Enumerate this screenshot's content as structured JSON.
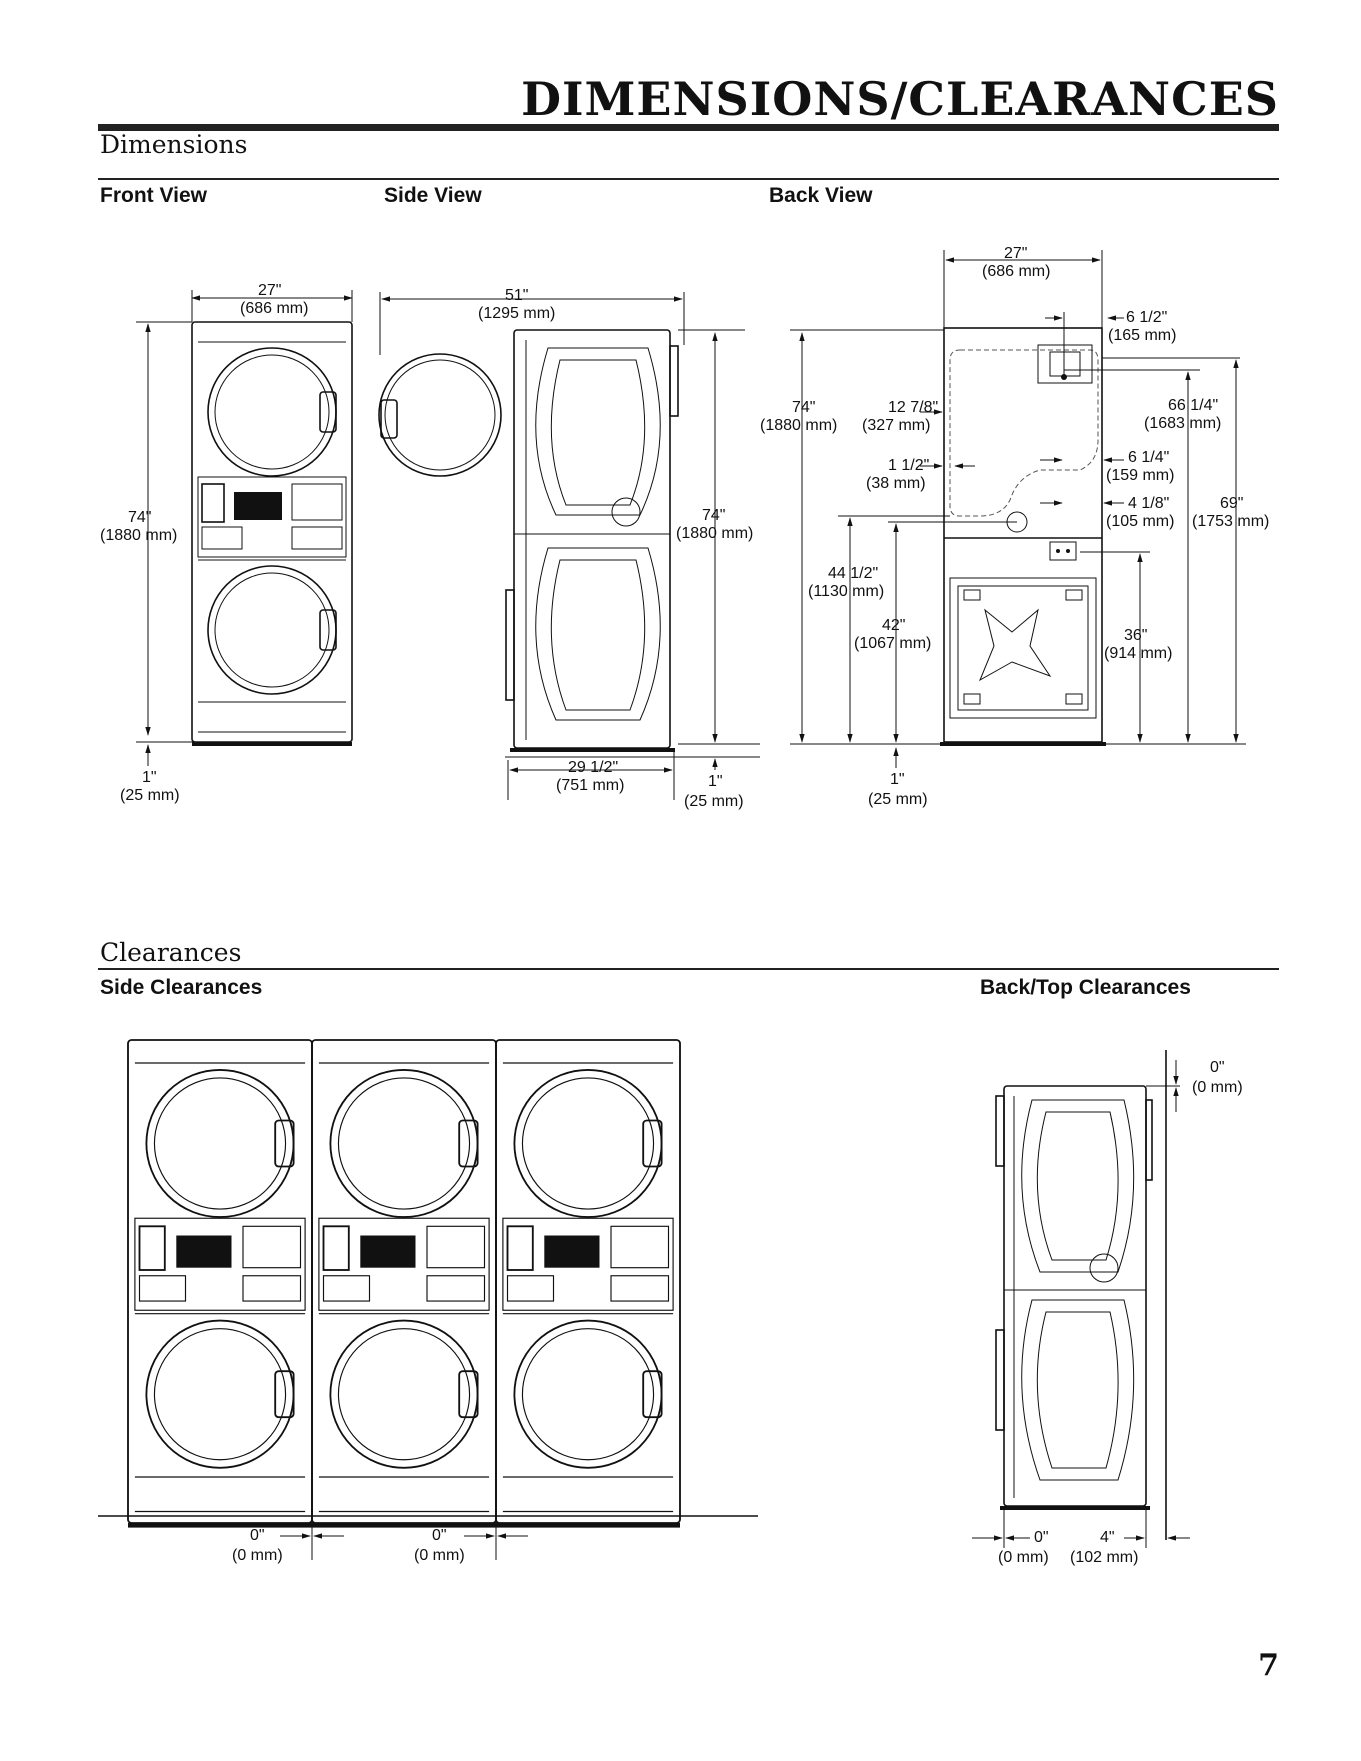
{
  "page": {
    "title": "DIMENSIONS/CLEARANCES",
    "number": "7"
  },
  "dimensions": {
    "title": "Dimensions",
    "front_view": {
      "label": "Front View",
      "width_in": "27\"",
      "width_mm": "(686 mm)",
      "height_in": "74\"",
      "height_mm": "(1880 mm)",
      "foot_in": "1\"",
      "foot_mm": "(25 mm)"
    },
    "side_view": {
      "label": "Side View",
      "depth_in": "51\"",
      "depth_mm": "(1295 mm)",
      "height_in": "74\"",
      "height_mm": "(1880 mm)",
      "cabinet_depth_in": "29 1/2\"",
      "cabinet_depth_mm": "(751 mm)",
      "foot_in": "1\"",
      "foot_mm": "(25 mm)"
    },
    "back_view": {
      "label": "Back View",
      "width_in": "27\"",
      "width_mm": "(686 mm)",
      "vent_offset_in": "6 1/2\"",
      "vent_offset_mm": "(165 mm)",
      "height_in": "74\"",
      "height_mm": "(1880 mm)",
      "a_in": "12 7/8\"",
      "a_mm": "(327 mm)",
      "b_in": "1 1/2\"",
      "b_mm": "(38 mm)",
      "c_in": "66 1/4\"",
      "c_mm": "(1683 mm)",
      "d_in": "6 1/4\"",
      "d_mm": "(159 mm)",
      "e_in": "4 1/8\"",
      "e_mm": "(105 mm)",
      "f_in": "69\"",
      "f_mm": "(1753 mm)",
      "g_in": "44 1/2\"",
      "g_mm": "(1130 mm)",
      "h_in": "42\"",
      "h_mm": "(1067 mm)",
      "i_in": "36\"",
      "i_mm": "(914 mm)",
      "foot_in": "1\"",
      "foot_mm": "(25 mm)"
    }
  },
  "clearances": {
    "title": "Clearances",
    "side": {
      "label": "Side Clearances",
      "gap_in": "0\"",
      "gap_mm": "(0 mm)"
    },
    "back_top": {
      "label": "Back/Top Clearances",
      "top_in": "0\"",
      "top_mm": "(0 mm)",
      "front_in": "0\"",
      "front_mm": "(0 mm)",
      "back_in": "4\"",
      "back_mm": "(102 mm)"
    }
  }
}
